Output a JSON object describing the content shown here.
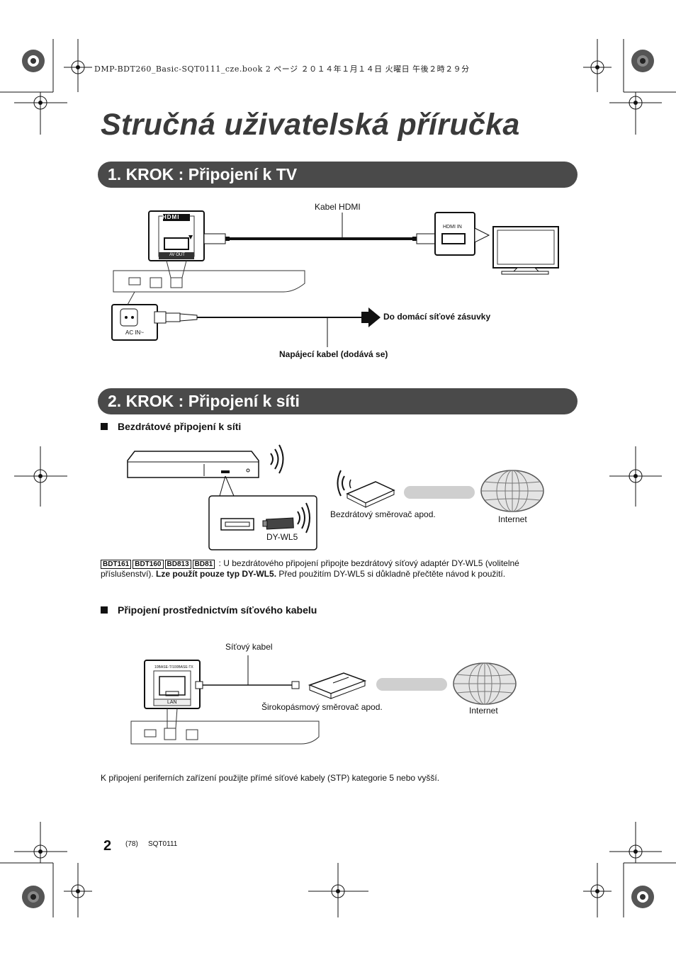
{
  "header": {
    "file_line": "DMP-BDT260_Basic-SQT0111_cze.book  2 ページ  ２０１４年１月１４日  火曜日  午後２時２９分"
  },
  "title": "Stručná uživatelská příručka",
  "step1": {
    "banner": "1. KROK : Připojení k TV",
    "hdmi_cable_label": "Kabel HDMI",
    "power_cable_label": "Napájecí kabel (dodává se)",
    "outlet_label": "Do domácí síťové zásuvky",
    "port_hdmi": "HDMI",
    "port_av_out": "AV OUT",
    "port_hdmi_in": "HDMI IN",
    "port_ac_in": "AC IN~"
  },
  "step2": {
    "banner": "2. KROK : Připojení k síti",
    "wireless_heading": "Bezdrátové připojení k síti",
    "dongle_label": "DY-WL5",
    "wireless_router_label": "Bezdrátový směrovač apod.",
    "internet_label": "Internet",
    "models": [
      "BDT161",
      "BDT160",
      "BD813",
      "BD81"
    ],
    "note_part1": " : U bezdrátového připojení připojte bezdrátový síťový adaptér DY-WL5 (volitelné příslušenství). ",
    "note_bold": "Lze použít pouze typ DY-WL5.",
    "note_part2": " Před použitím DY-WL5 si důkladně přečtěte návod k použití.",
    "wired_heading": "Připojení prostřednictvím síťového kabelu",
    "lan_cable_label": "Síťový kabel",
    "broadband_router_label": "Širokopásmový směrovač apod.",
    "internet_label2": "Internet",
    "port_lan": "LAN",
    "port_lan_speed": "10BASE-T/100BASE-TX"
  },
  "footnote": "K připojení periferních zařízení použijte přímé síťové kabely (STP) kategorie 5 nebo vyšší.",
  "footer": {
    "page_number": "2",
    "page_ref": "(78)",
    "code": "SQT0111"
  },
  "colors": {
    "banner": "#4a4a4a",
    "title": "#3a3a3a",
    "cloud_bar": "#cfcfcf"
  }
}
